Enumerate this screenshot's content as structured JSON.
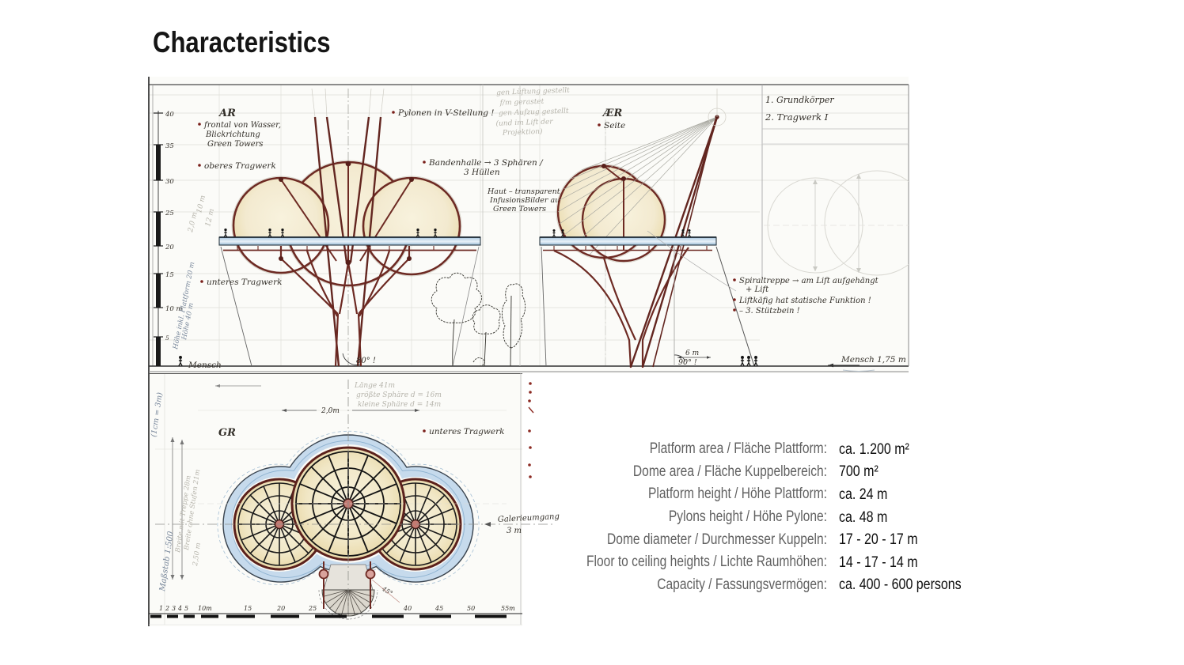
{
  "title": "Characteristics",
  "specs": {
    "rows": [
      {
        "label": "Platform area / Fläche Plattform:",
        "value": "ca. 1.200 m²"
      },
      {
        "label": "Dome area / Fläche Kuppelbereich:",
        "value": "700 m²"
      },
      {
        "label": "Platform height / Höhe Plattform:",
        "value": "ca. 24 m"
      },
      {
        "label": "Pylons height / Höhe Pylone:",
        "value": "ca. 48 m"
      },
      {
        "label": "Dome diameter / Durchmesser Kuppeln:",
        "value": "17 - 20 - 17 m"
      },
      {
        "label": "Floor to ceiling heights / Lichte Raumhöhen:",
        "value": "14 - 17 - 14 m"
      },
      {
        "label": "Capacity / Fassungsvermögen:",
        "value": "ca. 400 - 600 persons"
      }
    ]
  },
  "sheet": {
    "scale_left": {
      "m40": "40",
      "m35": "35",
      "m30": "30",
      "m25": "25",
      "m20": "20",
      "m15": "15",
      "m10": "10 m",
      "m5": "5"
    },
    "front": {
      "code": "AR",
      "note_location_1": "frontal von Wasser,",
      "note_location_2": "Blickrichtung",
      "note_location_3": "Green Towers",
      "note_upper": "oberes Tragwerk",
      "note_pylons": "Pylonen in V-Stellung !",
      "note_halle_1": "Bandenhalle → 3 Sphären /",
      "note_halle_2": "3 Hüllen",
      "note_skin_1": "Haut – transparent,",
      "note_skin_2": "InfusionsBilder auf",
      "note_skin_3": "Green Towers",
      "note_lower": "unteres Tragwerk",
      "angle": "80° !",
      "mensch": "Mensch",
      "dim_10": "10 m",
      "dim_12": "12 m",
      "dim_20": "2,0 m",
      "rot_note_1": "Höhe inkl. Plattform 20 m",
      "rot_note_2": "Höhe 40 m"
    },
    "side": {
      "code": "ÆR",
      "note_view": "Seite",
      "pencil_1": "gen Lüftung gestellt",
      "pencil_2": "f/m  gerastet",
      "pencil_3": "gen Aufzug gestellt",
      "pencil_4": "(und im Lift der",
      "pencil_5": "Projektion)",
      "legend_1": "1. Grundkörper",
      "legend_2": "2. Tragwerk  I",
      "note_stair_1": "Spiraltreppe  →  am Lift aufgehängt",
      "note_stair_2": "+ Lift",
      "note_lift": "Liftkäfig hat statische Funktion !",
      "note_leg": "–  3.   Stützbein !",
      "angle": "90° !",
      "dim_6": "6 m",
      "mensch": "Mensch 1,75 m"
    },
    "plan": {
      "code": "GR",
      "dim_length": "Länge 41m",
      "dim_big": "größte Sphäre    d = 16m",
      "dim_small": "kleine Sphäre    d = 14m",
      "dim_2m": "2,0m",
      "note_lower": "unteres Tragwerk",
      "gallery_1": "Galerieumgang",
      "gallery_2": "3 m",
      "rot_scale_hint": "(1cm = 3m)",
      "rot_masstab": "Maßstab 1:500",
      "rot_width_1": "Breite ohne Stufen 21m",
      "rot_width_2": "Breite mit Treppe 28m",
      "rot_dim": "2,50 m",
      "angle_45": "45°",
      "scale_numbers": [
        "1",
        "2",
        "3",
        "4",
        "5",
        "10m",
        "15",
        "20",
        "25",
        "40",
        "45",
        "50",
        "55m"
      ]
    }
  }
}
